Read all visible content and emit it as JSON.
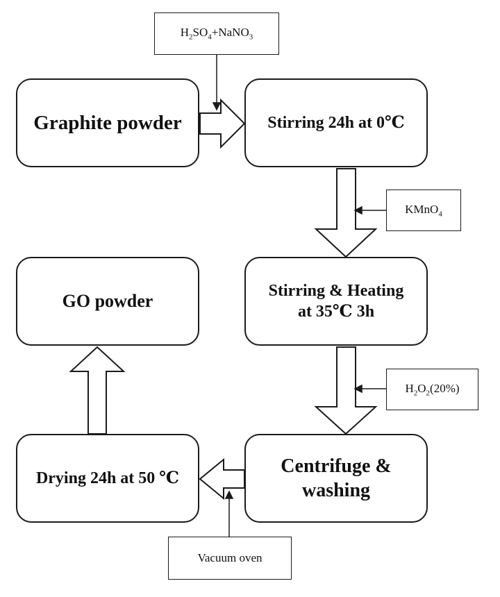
{
  "process_steps": {
    "graphite": "Graphite powder",
    "stir_cold": "Stirring 24h at 0℃",
    "stir_heat_line1": "Stirring & Heating",
    "stir_heat_line2": "at 35℃ 3h",
    "centrifuge_line1": "Centrifuge &",
    "centrifuge_line2": "washing",
    "drying": "Drying 24h at 50 ℃",
    "go_powder": "GO powder"
  },
  "reagents": {
    "acids": {
      "h": "H",
      "h_sub": "2",
      "so": "SO",
      "so_sub": "4",
      "plus": "+NaNO",
      "no_sub": "3"
    },
    "kmno4": {
      "main": "KMnO",
      "sub": "4"
    },
    "h2o2": {
      "h": "H",
      "h_sub": "2",
      "o": "O",
      "o_sub": "2",
      "tail": "(20%)"
    },
    "vacuum": "Vacuum oven"
  }
}
